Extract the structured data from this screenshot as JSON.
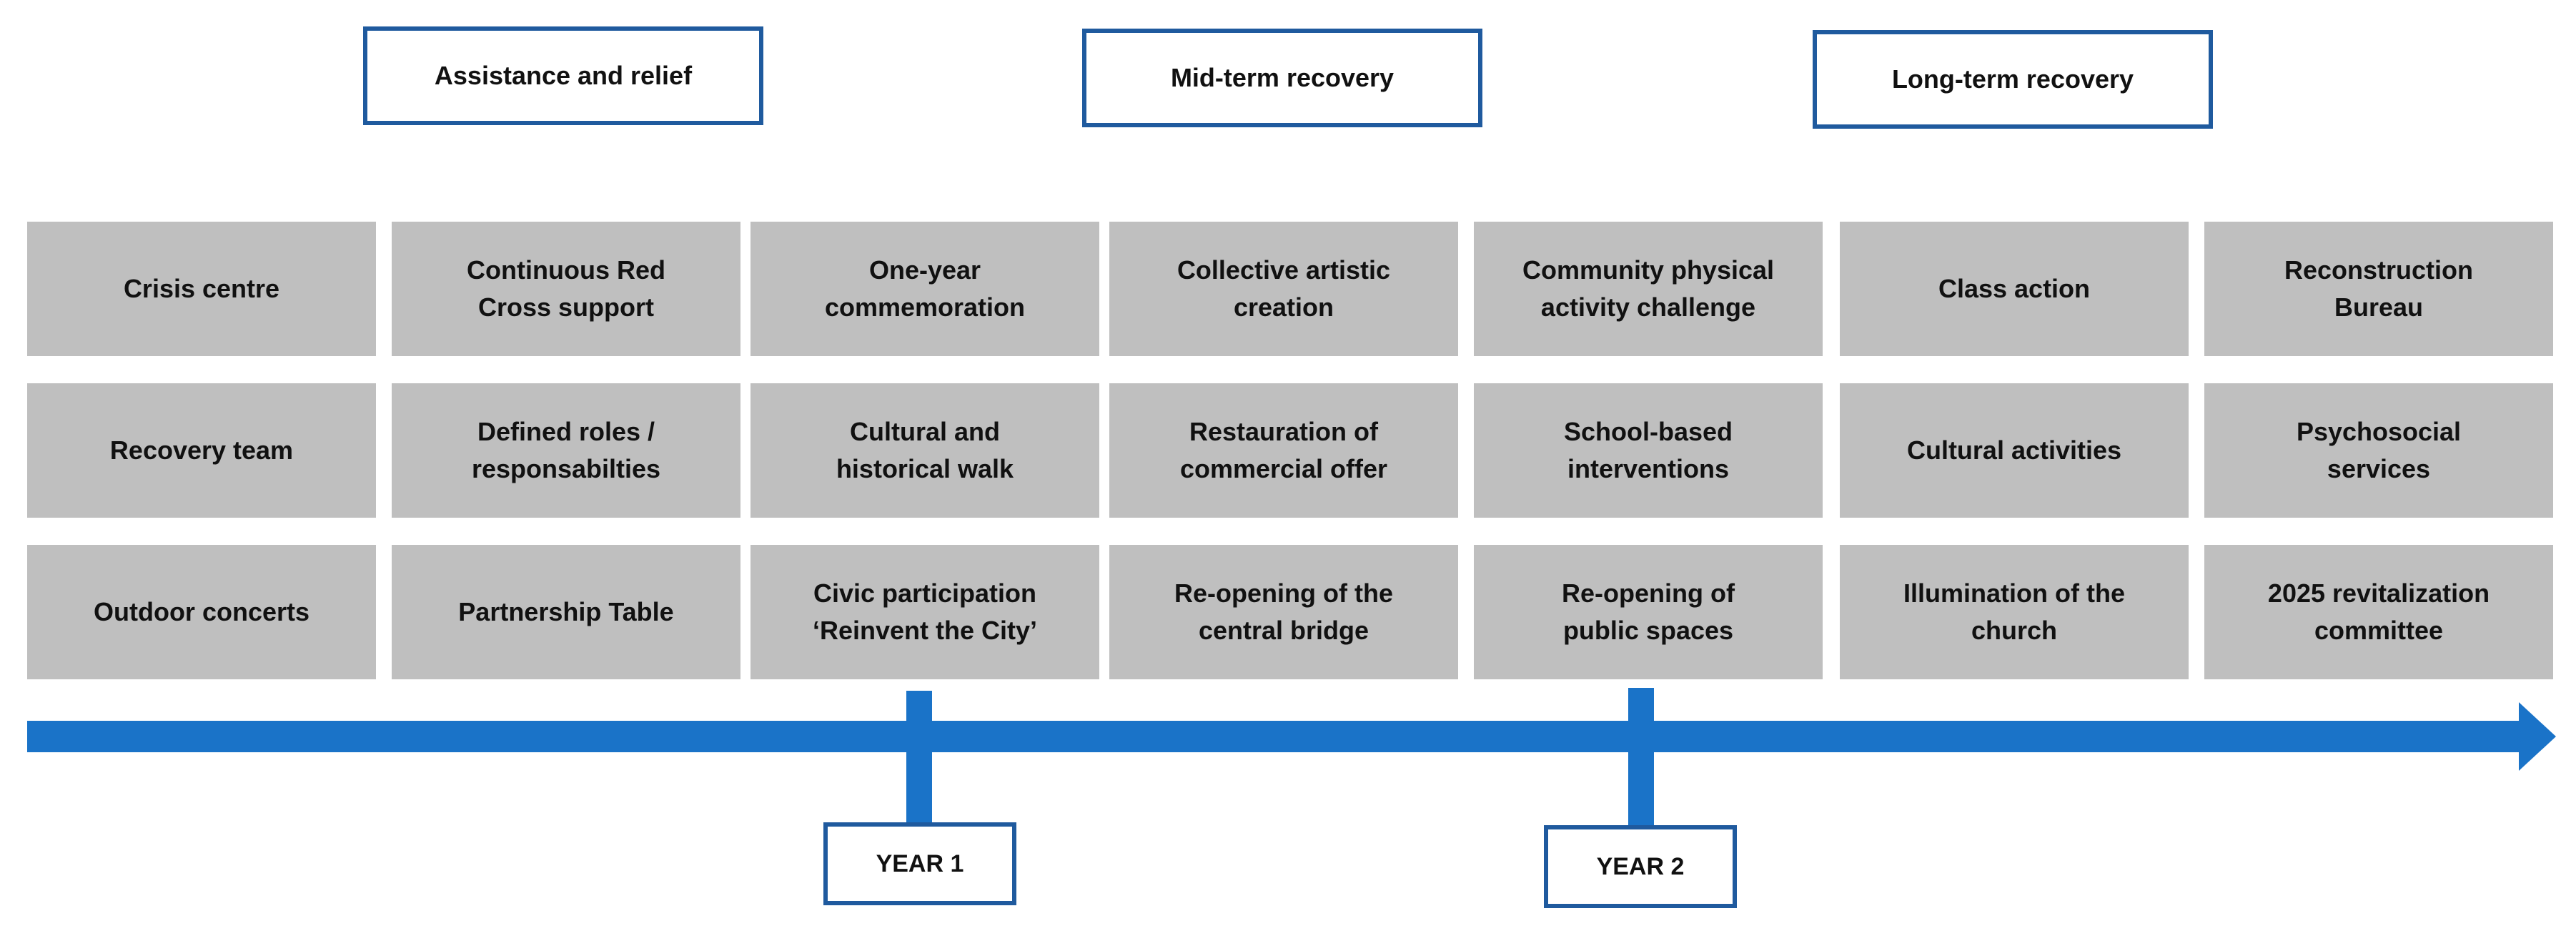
{
  "phases": [
    "Assistance and relief",
    "Mid-term recovery",
    "Long-term recovery"
  ],
  "grid": {
    "rows": [
      [
        "Crisis centre",
        "Continuous Red\nCross support",
        "One-year\ncommemoration",
        "Collective artistic\ncreation",
        "Community physical\nactivity challenge",
        "Class action",
        "Reconstruction\nBureau"
      ],
      [
        "Recovery team",
        "Defined roles /\nresponsabilties",
        "Cultural and\nhistorical walk",
        "Restauration of\ncommercial offer",
        "School-based\ninterventions",
        "Cultural activities",
        "Psychosocial\nservices"
      ],
      [
        "Outdoor concerts",
        "Partnership Table",
        "Civic participation\n‘Reinvent the City’",
        "Re-opening of the\ncentral bridge",
        "Re-opening of\npublic spaces",
        "Illumination of the\nchurch",
        "2025 revitalization\ncommittee"
      ]
    ]
  },
  "timeline": {
    "markers": [
      "YEAR 1",
      "YEAR 2"
    ]
  },
  "colors": {
    "box_border": "#1f5a9e",
    "cell_fill": "#bfbfbf",
    "arrow": "#1a73c8"
  }
}
